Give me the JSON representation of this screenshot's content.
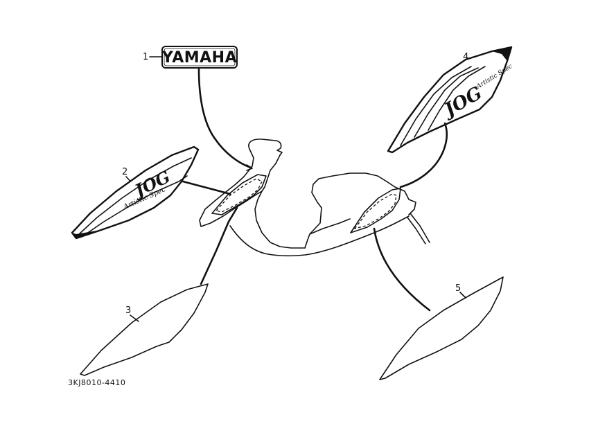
{
  "diagram": {
    "part_code": "3KJ8010-4410",
    "parts": [
      {
        "number": "1",
        "name": "YAMAHA"
      },
      {
        "number": "2",
        "decal_main": "JOG",
        "decal_sub": "Artistic Spec"
      },
      {
        "number": "3"
      },
      {
        "number": "4",
        "decal_main": "JOG",
        "decal_sub": "Artistic Spec"
      },
      {
        "number": "5"
      }
    ]
  }
}
